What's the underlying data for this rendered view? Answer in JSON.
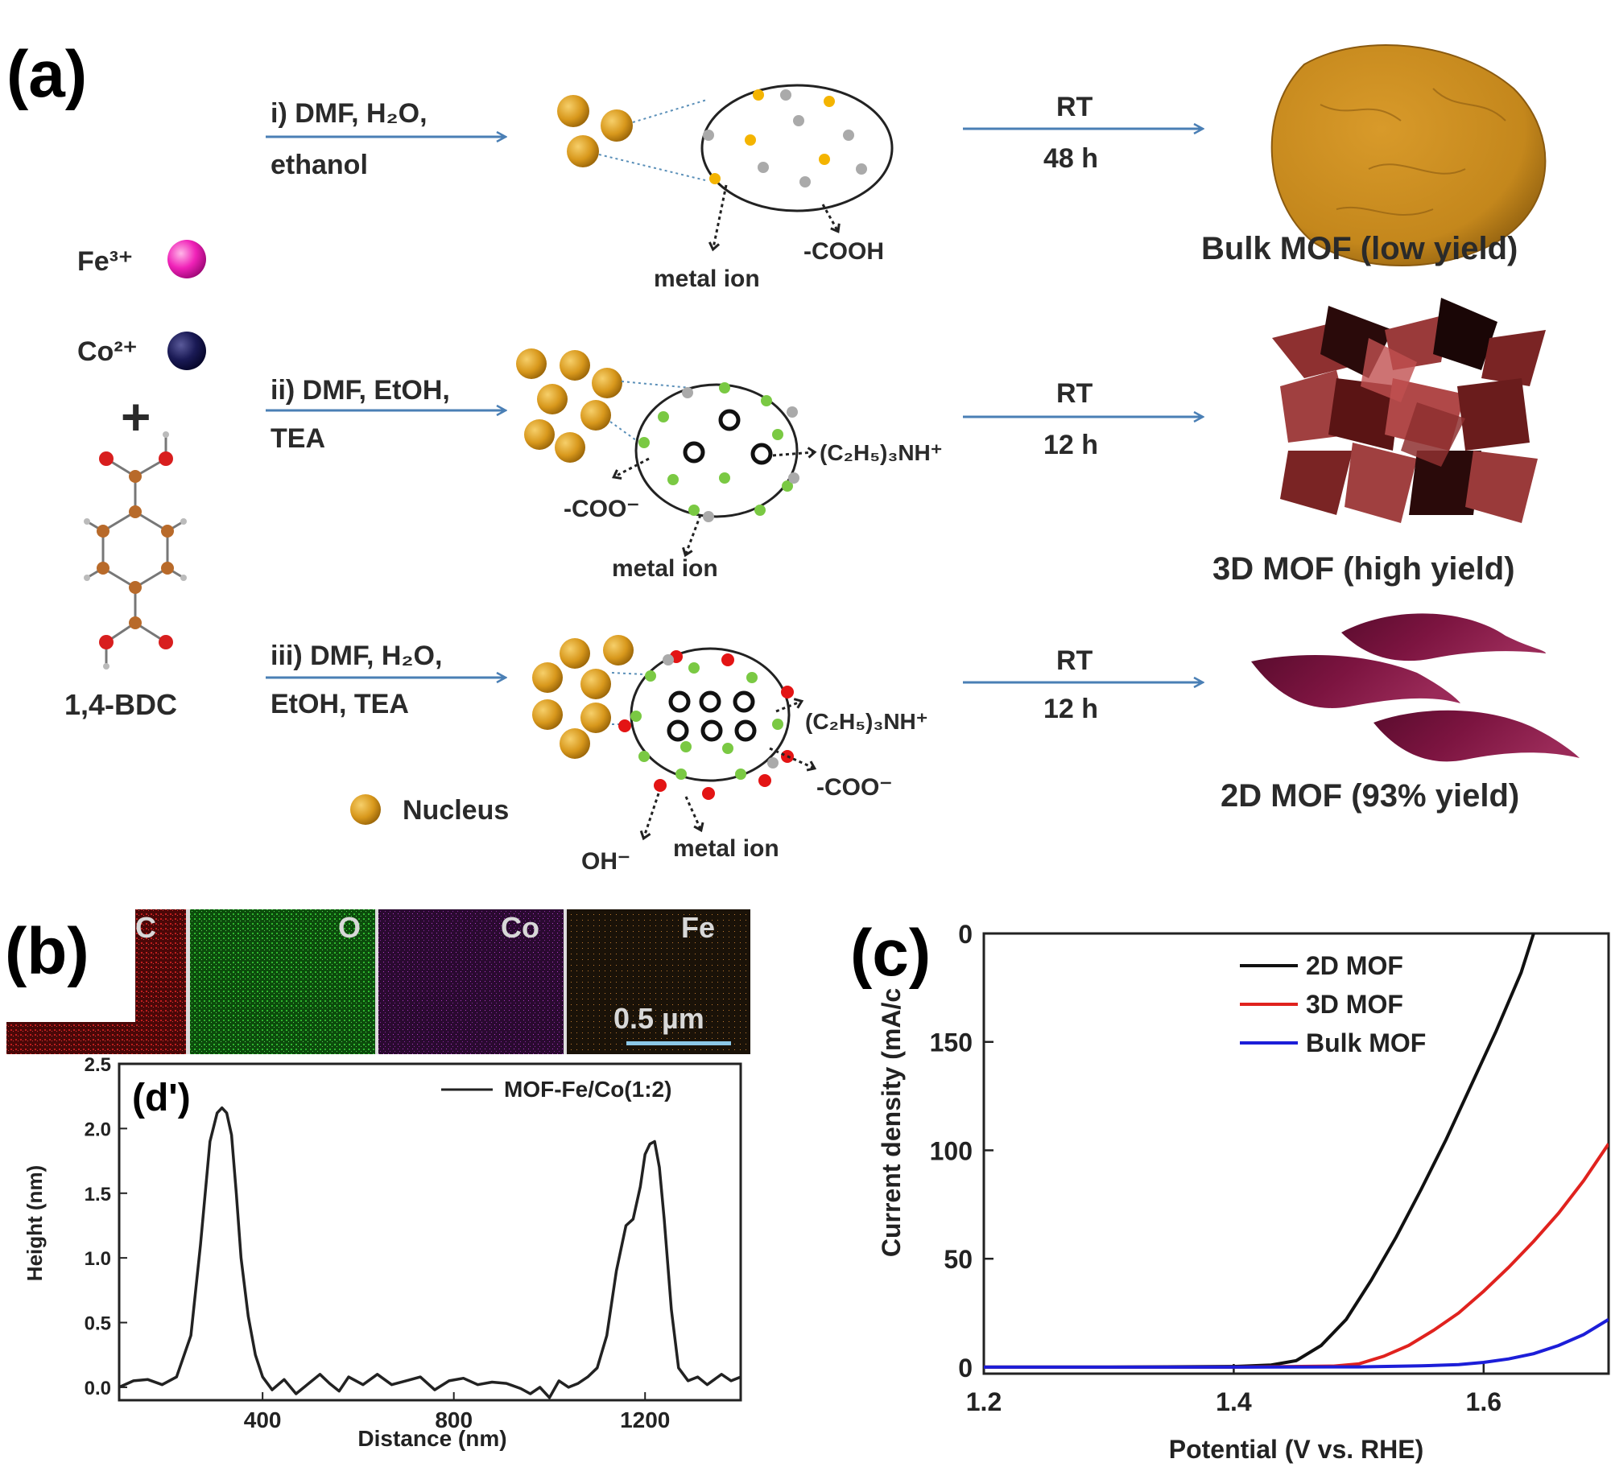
{
  "panel_a": {
    "label": "(a)",
    "ions": {
      "fe": "Fe³⁺",
      "co": "Co²⁺",
      "plus": "+",
      "linker": "1,4-BDC"
    },
    "rows": [
      {
        "cond_line1": "i) DMF, H₂O,",
        "cond_line2": "ethanol",
        "time_line1": "RT",
        "time_line2": "48 h",
        "product": "Bulk MOF (low yield)"
      },
      {
        "cond_line1": "ii) DMF, EtOH,",
        "cond_line2": "TEA",
        "time_line1": "RT",
        "time_line2": "12 h",
        "product": "3D MOF (high yield)"
      },
      {
        "cond_line1": "iii) DMF, H₂O,",
        "cond_line2": "EtOH, TEA",
        "time_line1": "RT",
        "time_line2": "12 h",
        "product": "2D MOF (93% yield)"
      }
    ],
    "annotations": {
      "metal_ion": "metal ion",
      "cooh": "-COOH",
      "coo": "-COO⁻",
      "tea_h": "(C₂H₅)₃NH⁺",
      "oh": "OH⁻"
    },
    "legend_nucleus": "Nucleus"
  },
  "panel_b": {
    "label": "(b)",
    "maps": [
      "C",
      "O",
      "Co",
      "Fe"
    ],
    "map_colors": [
      "#b01818",
      "#1e9b1e",
      "#9a2aa8",
      "#b06a2a"
    ],
    "scale": "0.5 µm"
  },
  "panel_d": {
    "label": "(d')",
    "legend": "MOF-Fe/Co(1:2)",
    "xlabel": "Distance (nm)",
    "ylabel": "Height (nm)",
    "xticks": [
      "400",
      "800",
      "1200"
    ],
    "yticks": [
      "0.0",
      "0.5",
      "1.0",
      "1.5",
      "2.0",
      "2.5"
    ]
  },
  "panel_c": {
    "label": "(c)"
  },
  "chart_data": [
    {
      "type": "line",
      "xlabel": "Distance (nm)",
      "ylabel": "Height (nm)",
      "xlim": [
        100,
        1400
      ],
      "ylim": [
        -0.1,
        2.5
      ],
      "series": [
        {
          "name": "MOF-Fe/Co(1:2)",
          "color": "#222222",
          "x": [
            100,
            130,
            160,
            190,
            220,
            250,
            270,
            290,
            305,
            315,
            325,
            335,
            345,
            355,
            370,
            385,
            400,
            420,
            445,
            470,
            500,
            520,
            540,
            560,
            580,
            610,
            640,
            670,
            700,
            730,
            760,
            790,
            820,
            850,
            880,
            910,
            940,
            960,
            980,
            1000,
            1020,
            1040,
            1060,
            1080,
            1100,
            1120,
            1140,
            1160,
            1175,
            1190,
            1200,
            1210,
            1220,
            1230,
            1240,
            1255,
            1270,
            1290,
            1310,
            1330,
            1360,
            1380,
            1400
          ],
          "y": [
            0.0,
            0.05,
            0.06,
            0.02,
            0.08,
            0.4,
            1.1,
            1.9,
            2.12,
            2.16,
            2.12,
            1.95,
            1.5,
            1.0,
            0.55,
            0.25,
            0.08,
            -0.02,
            0.06,
            -0.05,
            0.04,
            0.1,
            0.03,
            -0.03,
            0.08,
            0.02,
            0.1,
            0.02,
            0.05,
            0.08,
            -0.02,
            0.05,
            0.07,
            0.02,
            0.04,
            0.03,
            -0.01,
            -0.05,
            0.0,
            -0.08,
            0.05,
            0.0,
            0.03,
            0.08,
            0.15,
            0.4,
            0.9,
            1.25,
            1.3,
            1.55,
            1.8,
            1.88,
            1.9,
            1.7,
            1.3,
            0.6,
            0.15,
            0.05,
            0.08,
            0.02,
            0.1,
            0.05,
            0.08
          ]
        }
      ]
    },
    {
      "type": "line",
      "xlabel": "Potential (V vs. RHE)",
      "ylabel": "Current density (mA/c",
      "xlim": [
        1.2,
        1.7
      ],
      "ylim": [
        -3,
        200
      ],
      "xticks": [
        "1.2",
        "1.4",
        "1.6"
      ],
      "yticks": [
        "0",
        "50",
        "100",
        "150",
        "0"
      ],
      "series": [
        {
          "name": "2D MOF",
          "color": "#111111",
          "x": [
            1.2,
            1.3,
            1.4,
            1.43,
            1.45,
            1.47,
            1.49,
            1.51,
            1.53,
            1.55,
            1.57,
            1.59,
            1.61,
            1.63,
            1.64
          ],
          "y": [
            0,
            0,
            0.3,
            1,
            3,
            10,
            22,
            40,
            60,
            82,
            105,
            130,
            155,
            182,
            200
          ]
        },
        {
          "name": "3D MOF",
          "color": "#e0221e",
          "x": [
            1.2,
            1.3,
            1.4,
            1.48,
            1.5,
            1.52,
            1.54,
            1.56,
            1.58,
            1.6,
            1.62,
            1.64,
            1.66,
            1.68,
            1.7
          ],
          "y": [
            0,
            0,
            0,
            0.5,
            1.5,
            5,
            10,
            17,
            25,
            35,
            46,
            58,
            71,
            86,
            103
          ]
        },
        {
          "name": "Bulk MOF",
          "color": "#1c1ed8",
          "x": [
            1.2,
            1.3,
            1.4,
            1.5,
            1.55,
            1.58,
            1.6,
            1.62,
            1.64,
            1.66,
            1.68,
            1.7
          ],
          "y": [
            0,
            0,
            0,
            0.1,
            0.6,
            1.2,
            2.2,
            3.8,
            6.2,
            10,
            15,
            22
          ]
        }
      ]
    }
  ]
}
